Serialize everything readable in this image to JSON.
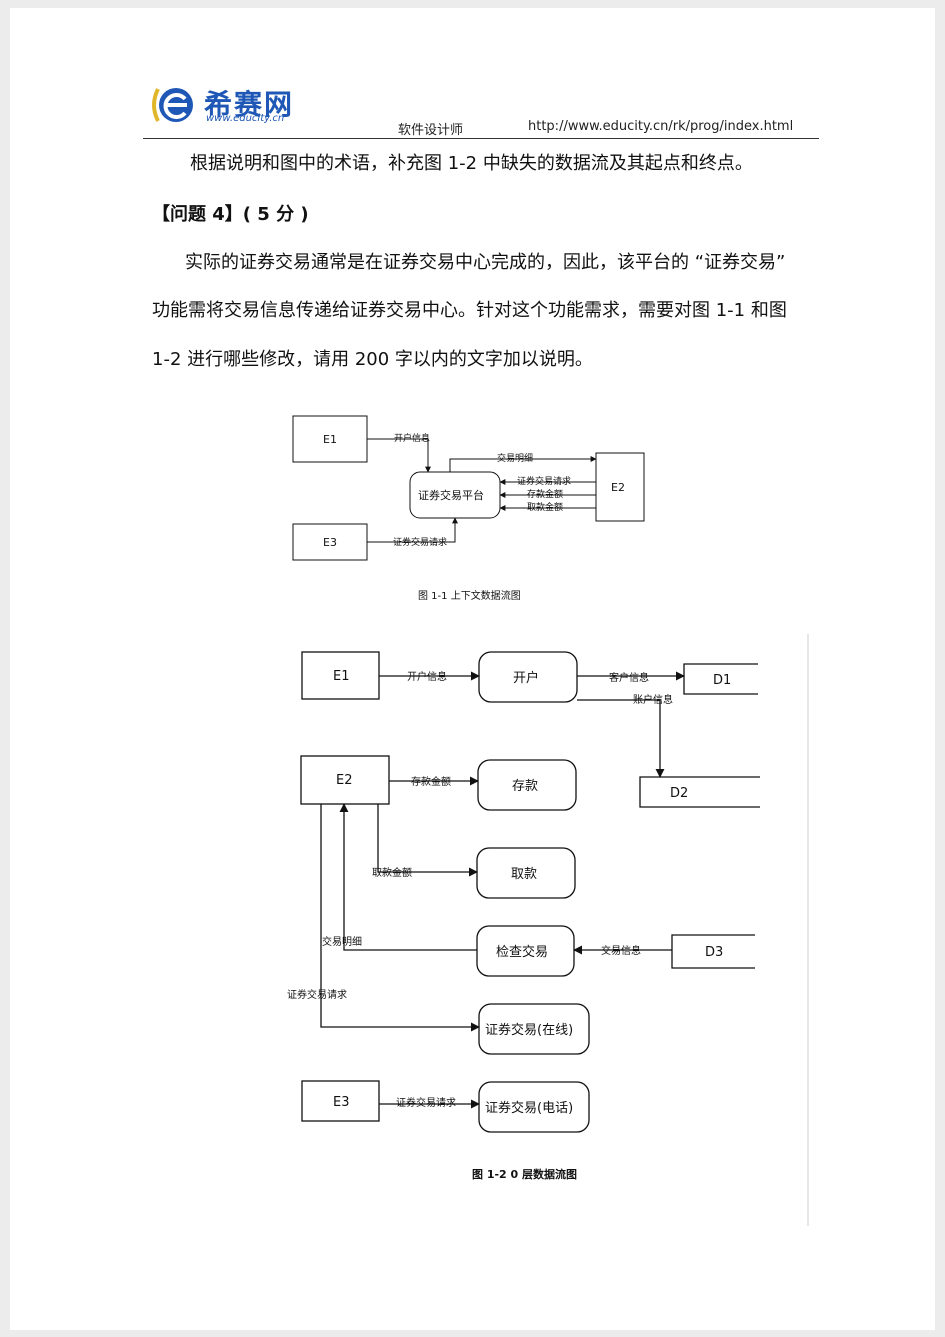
{
  "header": {
    "logo_name": "希赛网",
    "logo_url": "www.educity.cn",
    "category": "软件设计师",
    "url": "http://www.educity.cn/rk/prog/index.html"
  },
  "body": {
    "para1": "根据说明和图中的术语，补充图 1-2 中缺失的数据流及其起点和终点。",
    "q4_title": "【问题 4】( 5 分 )",
    "q4_line1": "实际的证券交易通常是在证券交易中心完成的，因此，该平台的 “证券交易”",
    "q4_line2": "功能需将交易信息传递给证券交易中心。针对这个功能需求，需要对图 1-1 和图",
    "q4_line3": "1-2 进行哪些修改，请用 200 字以内的文字加以说明。"
  },
  "figure1": {
    "caption": "图 1-1  上下文数据流图",
    "e1": "E1",
    "e2": "E2",
    "e3": "E3",
    "platform": "证券交易平台",
    "flow_open": "开户信息",
    "flow_detail": "交易明细",
    "flow_req": "证券交易请求",
    "flow_deposit": "存款金额",
    "flow_withdraw": "取款金额",
    "flow_e3_req": "证券交易请求"
  },
  "figure2": {
    "caption": "图 1-2   0 层数据流图",
    "e1": "E1",
    "e2": "E2",
    "e3": "E3",
    "d1": "D1",
    "d2": "D2",
    "d3": "D3",
    "p_open": "开户",
    "p_deposit": "存款",
    "p_withdraw": "取款",
    "p_check": "检查交易",
    "p_online": "证券交易(在线)",
    "p_phone": "证券交易(电话)",
    "f_open": "开户信息",
    "f_customer": "客户信息",
    "f_account": "账户信息",
    "f_deposit": "存款金额",
    "f_withdraw": "取款金额",
    "f_detail": "交易明细",
    "f_trade_info": "交易信息",
    "f_req_online": "证券交易请求",
    "f_req_phone": "证券交易请求"
  }
}
